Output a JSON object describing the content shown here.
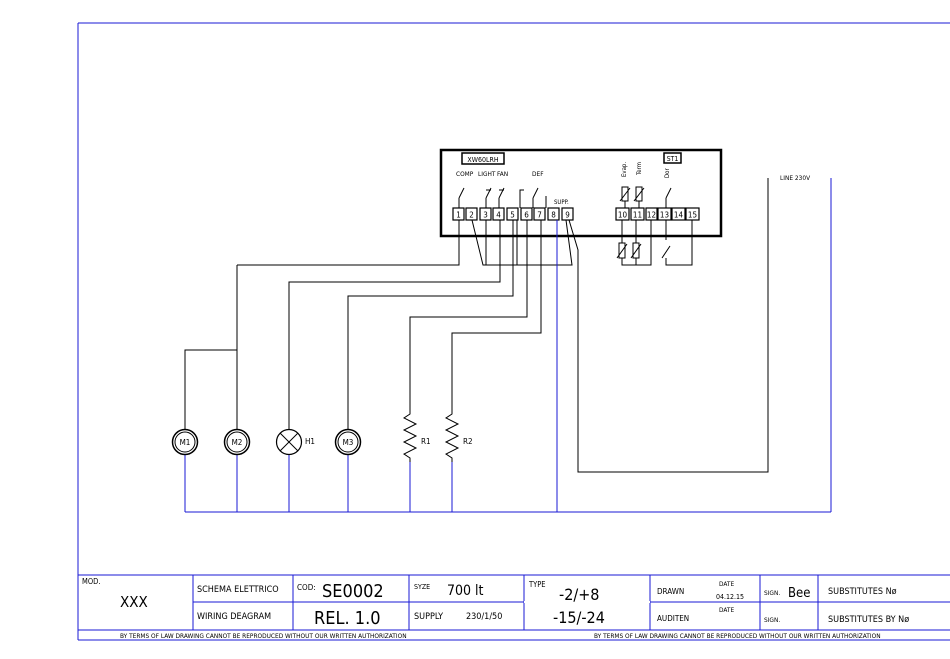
{
  "controller": {
    "model": "XW60LRH",
    "labels": {
      "comp": "COMP",
      "light": "LIGHT",
      "fan": "FAN",
      "def": "DEF",
      "supp": "SUPP.",
      "evap": "Evap.",
      "term": "Term",
      "dor": "Dor",
      "st1": "ST1"
    },
    "terminals": [
      "1",
      "2",
      "3",
      "4",
      "5",
      "6",
      "7",
      "8",
      "9",
      "10",
      "11",
      "12",
      "13",
      "14",
      "15"
    ]
  },
  "line_label": "LINE 230V",
  "loads": [
    {
      "id": "M1",
      "type": "motor"
    },
    {
      "id": "M2",
      "type": "motor"
    },
    {
      "id": "H1",
      "type": "lamp"
    },
    {
      "id": "M3",
      "type": "motor"
    },
    {
      "id": "R1",
      "type": "resistor"
    },
    {
      "id": "R2",
      "type": "resistor"
    }
  ],
  "title_block": {
    "mod_label": "MOD.",
    "mod_value": "XXX",
    "schema_label": "SCHEMA ELETTRICO",
    "wiring_label": "WIRING DEAGRAM",
    "cod_label": "COD:",
    "cod_value": "SE0002",
    "rel_value": "REL. 1.0",
    "syze_label": "SYZE",
    "syze_value": "700 lt",
    "supply_label": "SUPPLY",
    "supply_value": "230/1/50",
    "type_label": "TYPE",
    "type_value_1": "-2/+8",
    "type_value_2": "-15/-24",
    "drawn_label": "DRAWN",
    "date_label_1": "DATE",
    "date_value_1": "04.12.15",
    "sign_label_1": "SIGN.",
    "sign_value_1": "Bee",
    "substitutes_label": "SUBSTITUTES Nø",
    "auditen_label": "AUDITEN",
    "date_label_2": "DATE",
    "sign_label_2": "SIGN.",
    "substitutes_by_label": "SUBSTITUTES BY Nø",
    "copyright_1": "BY TERMS OF LAW DRAWING CANNOT BE REPRODUCED WITHOUT OUR WRITTEN AUTHORIZATION",
    "copyright_2": "BY TERMS OF LAW DRAWING CANNOT BE REPRODUCED WITHOUT OUR WRITTEN AUTHORIZATION"
  }
}
